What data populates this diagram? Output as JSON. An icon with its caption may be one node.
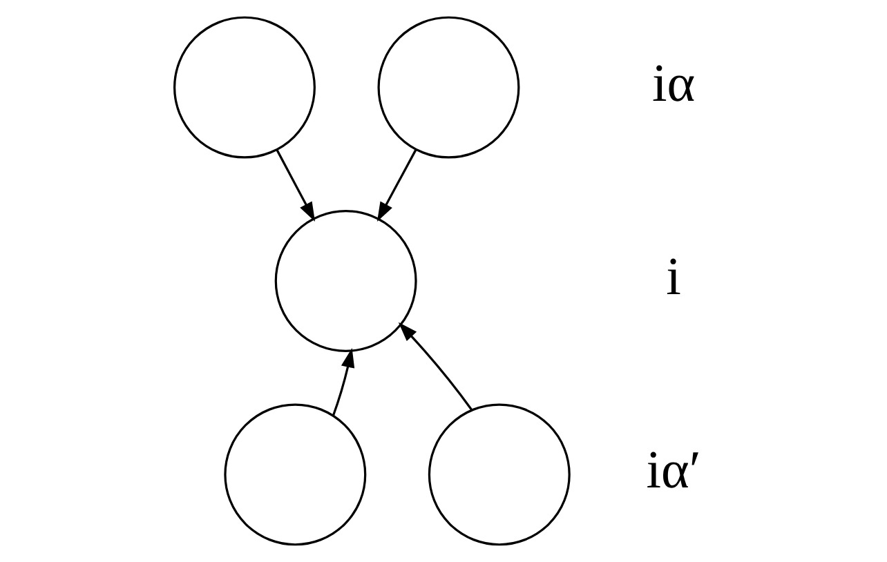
{
  "diagram": {
    "nodes": [
      {
        "text": [],
        "shape": "circle"
      },
      {
        "text": [],
        "shape": "circle"
      },
      {
        "text": [],
        "shape": "circle"
      },
      {
        "text": [],
        "shape": "circle"
      },
      {
        "text": [],
        "shape": "circle"
      }
    ],
    "edges": [
      {
        "from": 0,
        "to": 2,
        "arrow": "to"
      },
      {
        "from": 1,
        "to": 2,
        "arrow": "to"
      },
      {
        "from": 3,
        "to": 2,
        "arrow": "to"
      },
      {
        "from": 4,
        "to": 2,
        "arrow": "to"
      }
    ],
    "labels": [
      "iα",
      "i",
      "iα′"
    ]
  }
}
